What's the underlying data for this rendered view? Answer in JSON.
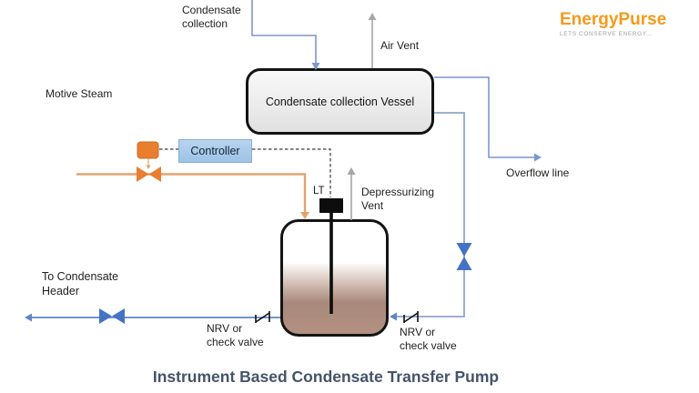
{
  "title": "Instrument Based Condensate Transfer Pump",
  "logo": {
    "name": "EnergyPurse",
    "tagline": "LETS CONSERVE ENERGY..."
  },
  "labels": {
    "condensate_collection": "Condensate\ncollection",
    "air_vent": "Air Vent",
    "motive_steam": "Motive Steam",
    "vessel": "Condensate collection Vessel",
    "controller": "Controller",
    "overflow_line": "Overflow line",
    "lt": "LT",
    "depressurizing_vent": "Depressurizing\nVent",
    "to_condensate_header": "To Condensate\nHeader",
    "nrv_left": "NRV or\ncheck valve",
    "nrv_right": "NRV or\ncheck valve"
  },
  "colors": {
    "blue_pipe": "#7c97ce",
    "blue_pipe_dark": "#5f86c5",
    "blue_valve_fill": "#4472c4",
    "orange_pipe": "#e2a46f",
    "orange_valve_fill": "#e87e2e",
    "vent_gray": "#a6a6a6",
    "controller_fill": "#9dc3e6",
    "title_color": "#44546a",
    "logo_orange": "#f59a1c",
    "tank_liquid": "#ae8c7e"
  }
}
